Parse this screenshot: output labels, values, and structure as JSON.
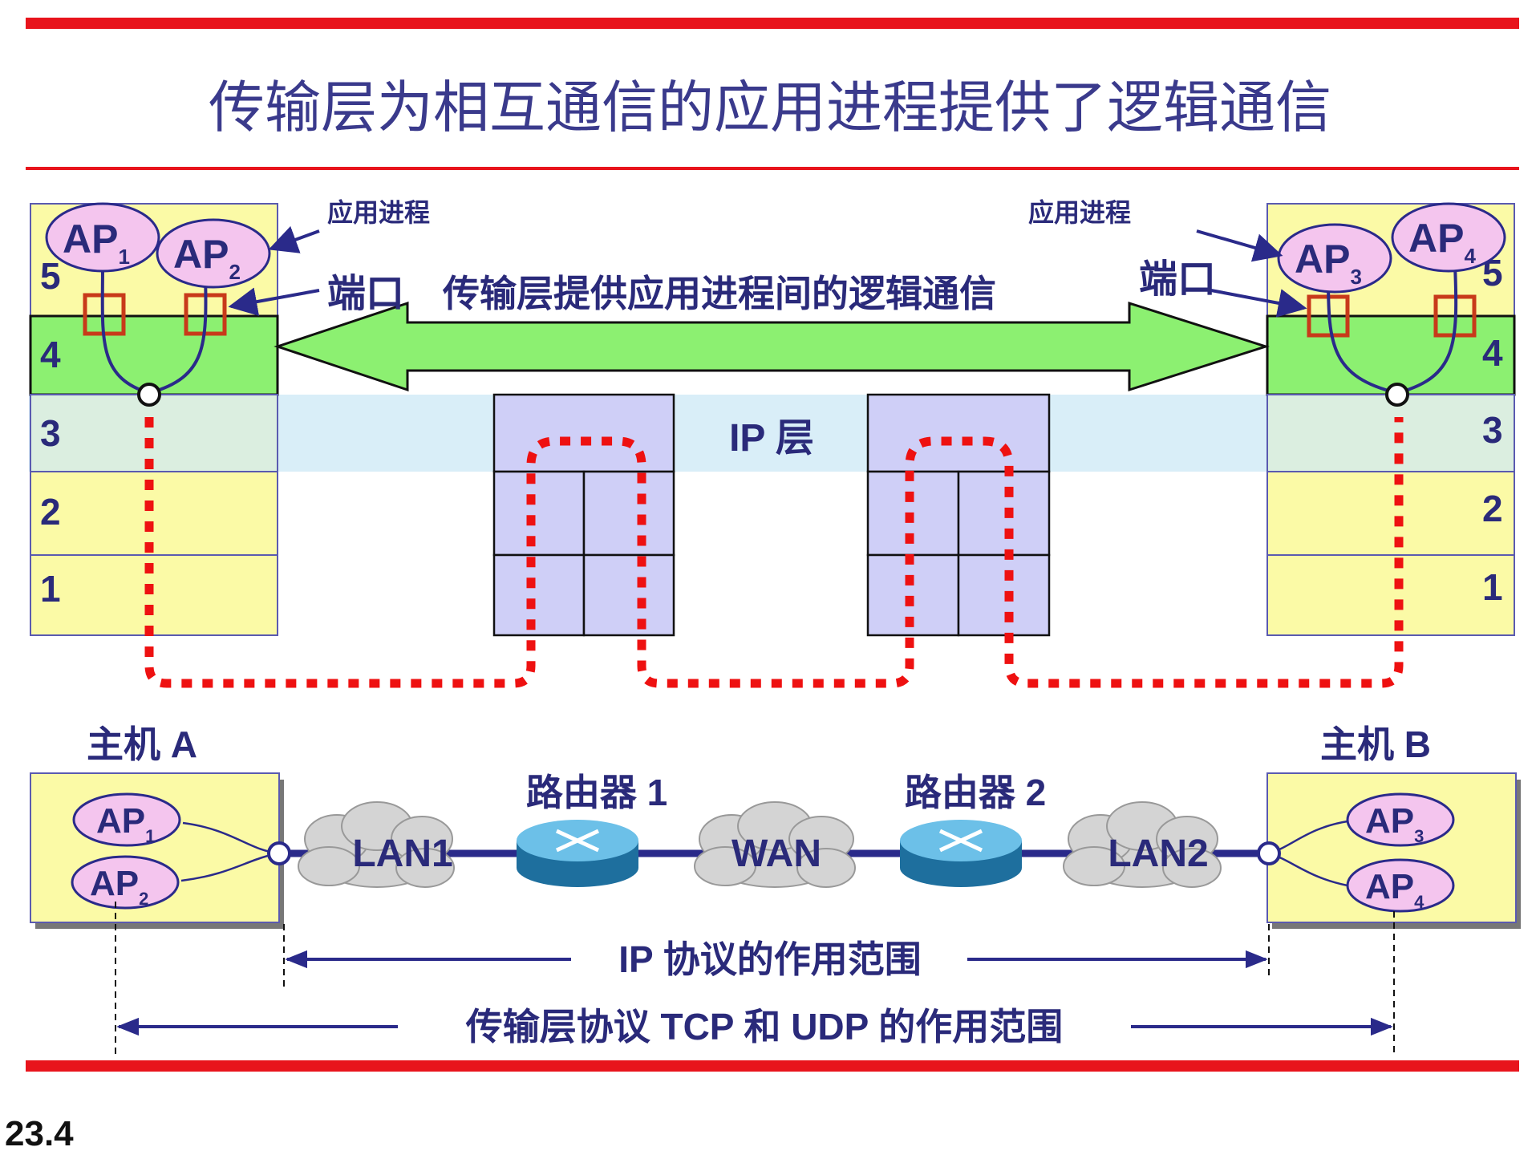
{
  "title": "传输层为相互通信的应用进程提供了逻辑通信",
  "labels": {
    "app_process_left": "应用进程",
    "app_process_right": "应用进程",
    "port_left": "端口",
    "port_right": "端口",
    "logical_comm": "传输层提供应用进程间的逻辑通信",
    "ip_layer": "IP 层",
    "host_a": "主机 A",
    "host_b": "主机 B",
    "router1": "路由器 1",
    "router2": "路由器 2",
    "lan1": "LAN1",
    "wan": "WAN",
    "lan2": "LAN2",
    "ip_scope": "IP 协议的作用范围",
    "transport_scope": "传输层协议 TCP 和 UDP 的作用范围",
    "slide_number": "23.4"
  },
  "layers": [
    "5",
    "4",
    "3",
    "2",
    "1"
  ],
  "processes": {
    "ap1": {
      "main": "AP",
      "sub": "1"
    },
    "ap2": {
      "main": "AP",
      "sub": "2"
    },
    "ap3": {
      "main": "AP",
      "sub": "3"
    },
    "ap4": {
      "main": "AP",
      "sub": "4"
    }
  },
  "colors": {
    "rule": "#e8141c",
    "stack": "#fbfaa6",
    "transport": "#8cf071",
    "ip_band": "#d9eef8",
    "router_box": "#cfcff7",
    "ap_bubble": "#f4c5ee",
    "path": "#ee1111",
    "text": "#2a2a7a"
  }
}
